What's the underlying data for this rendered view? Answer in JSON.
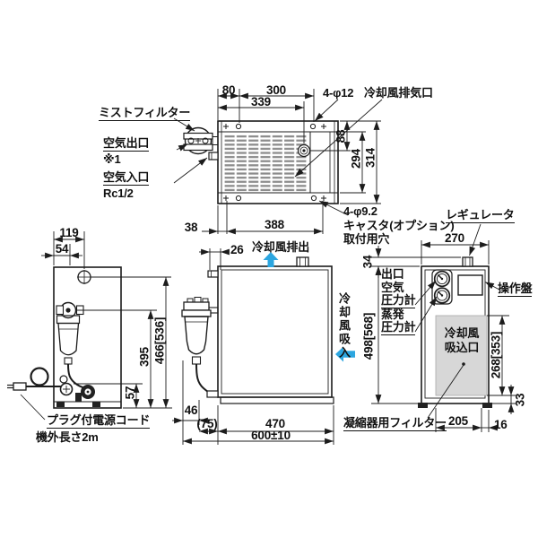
{
  "colors": {
    "line": "#1c1c1c",
    "flow_arrow_blue": "#2CA6E0",
    "intake_panel_gray": "#d7d7d7",
    "grille_gray": "#8c8c8c"
  },
  "top_view": {
    "dim_80": "80",
    "dim_300": "300",
    "dim_339": "339",
    "mounting_holes_label": "4-φ12",
    "exhaust_port_label": "冷却風排気口",
    "dim_88": "88",
    "dim_294": "294",
    "dim_314": "314",
    "dim_38": "38",
    "dim_388": "388",
    "caster_holes_label": "4-φ9.2",
    "caster_holes_note": "キャスタ(オプション)\n取付用穴",
    "mist_filter_label": "ミストフィルター",
    "air_outlet_label": "空気出口",
    "air_outlet_note": "※1",
    "air_inlet_label": "空気入口",
    "air_inlet_thread": "Rc1/2"
  },
  "left_view": {
    "dim_119": "119",
    "dim_54": "54",
    "dim_466": "466[536]",
    "dim_395": "395",
    "dim_57": "57",
    "power_cord_label": "プラグ付電源コード",
    "power_cord_note": "機外長さ2m"
  },
  "front_view": {
    "dim_26": "26",
    "exhaust_flow_label": "冷却風排出",
    "intake_flow_label": "冷却風吸入",
    "dim_46": "46",
    "dim_75": "(75)",
    "dim_470": "470",
    "dim_600": "600±10"
  },
  "right_view": {
    "regulator_label": "レギュレータ",
    "dim_270": "270",
    "dim_34": "34",
    "outlet_gauge_label": "出口\n空気",
    "outlet_gauge_label2": "圧力計",
    "evap_gauge_label": "蒸発",
    "evap_gauge_label2": "圧力計",
    "control_panel_label": "操作盤",
    "intake_port_label": "冷却風\n吸込口",
    "dim_498": "498[568]",
    "dim_268": "268[353]",
    "dim_33": "33",
    "dim_205": "205",
    "dim_16": "16",
    "condenser_filter_label": "凝縮器用フィルター"
  }
}
